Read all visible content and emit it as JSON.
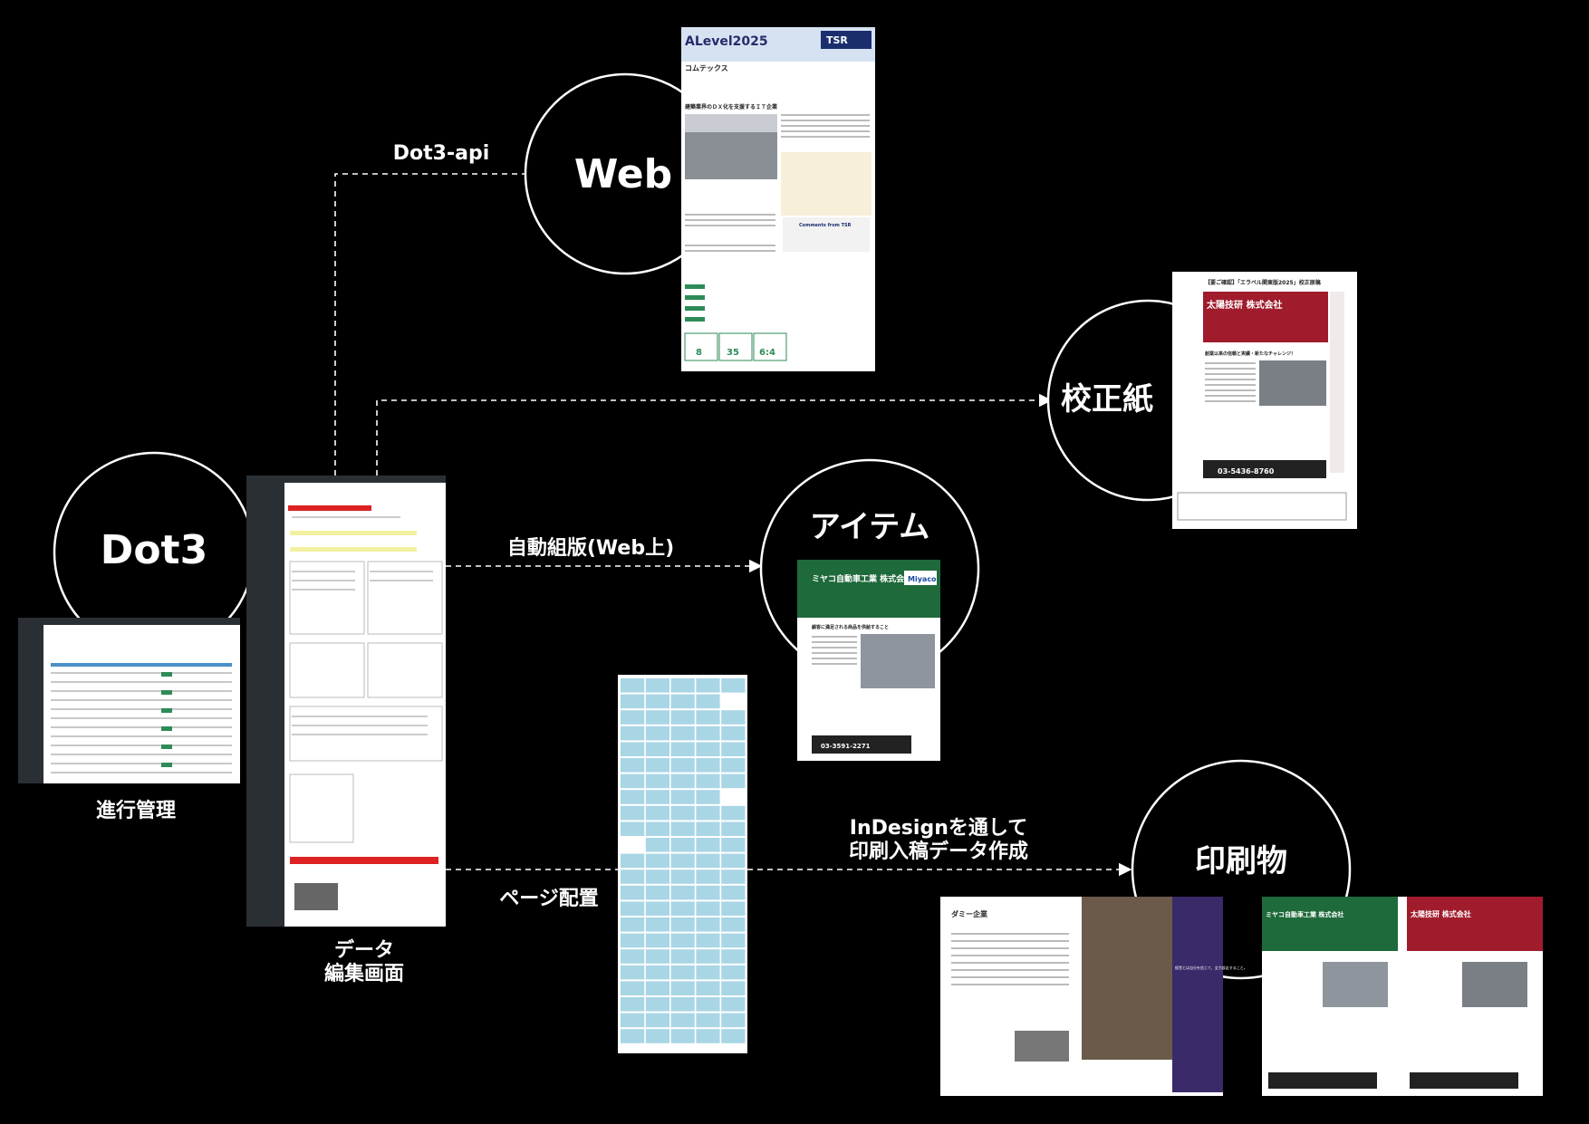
{
  "nodes": {
    "dot3": "Dot3",
    "web": "Web",
    "proof": "校正紙",
    "item": "アイテム",
    "print": "印刷物"
  },
  "captions": {
    "progress": "進行管理",
    "data_edit_line1": "データ",
    "data_edit_line2": "編集画面"
  },
  "edges": {
    "api": "Dot3-api",
    "auto_layout": "自動組版(Web上)",
    "page_layout": "ページ配置",
    "indesign_line1": "InDesignを通して",
    "indesign_line2": "印刷入稿データ作成"
  },
  "thumbnails": {
    "web_title": "ALevel2025",
    "web_company": "コムテックス",
    "web_badge": "TSR",
    "web_heading": "建築業界のＤＸ化を支援するＩＴ企業",
    "web_comments": "Comments from TSR",
    "web_stat1": "8",
    "web_stat2": "35",
    "web_stat3": "6:4",
    "proof_header": "【要ご確認】「エラベル関東版2025」校正原稿",
    "proof_company": "太陽技研 株式会社",
    "proof_tagline": "創業以来の信頼と実績・新たなチャレンジ！",
    "proof_phone": "03-5436-8760",
    "item_company": "ミヤコ自動車工業 株式会社",
    "item_logo": "Miyaco",
    "item_tagline": "顧客に満足される商品を供給すること",
    "item_phone": "03-3591-2271",
    "print_company_a": "ダミー企業",
    "print_quote": "経営とは自分を信じて、全力疾走すること。",
    "print_company_b": "ミヤコ自動車工業 株式会社",
    "print_company_c": "太陽技研 株式会社"
  },
  "colors": {
    "background": "#000000",
    "stroke": "#ffffff",
    "accent_red": "#a01c2c",
    "accent_green": "#1e6a3a",
    "grid_blue": "#a9d6e5"
  }
}
